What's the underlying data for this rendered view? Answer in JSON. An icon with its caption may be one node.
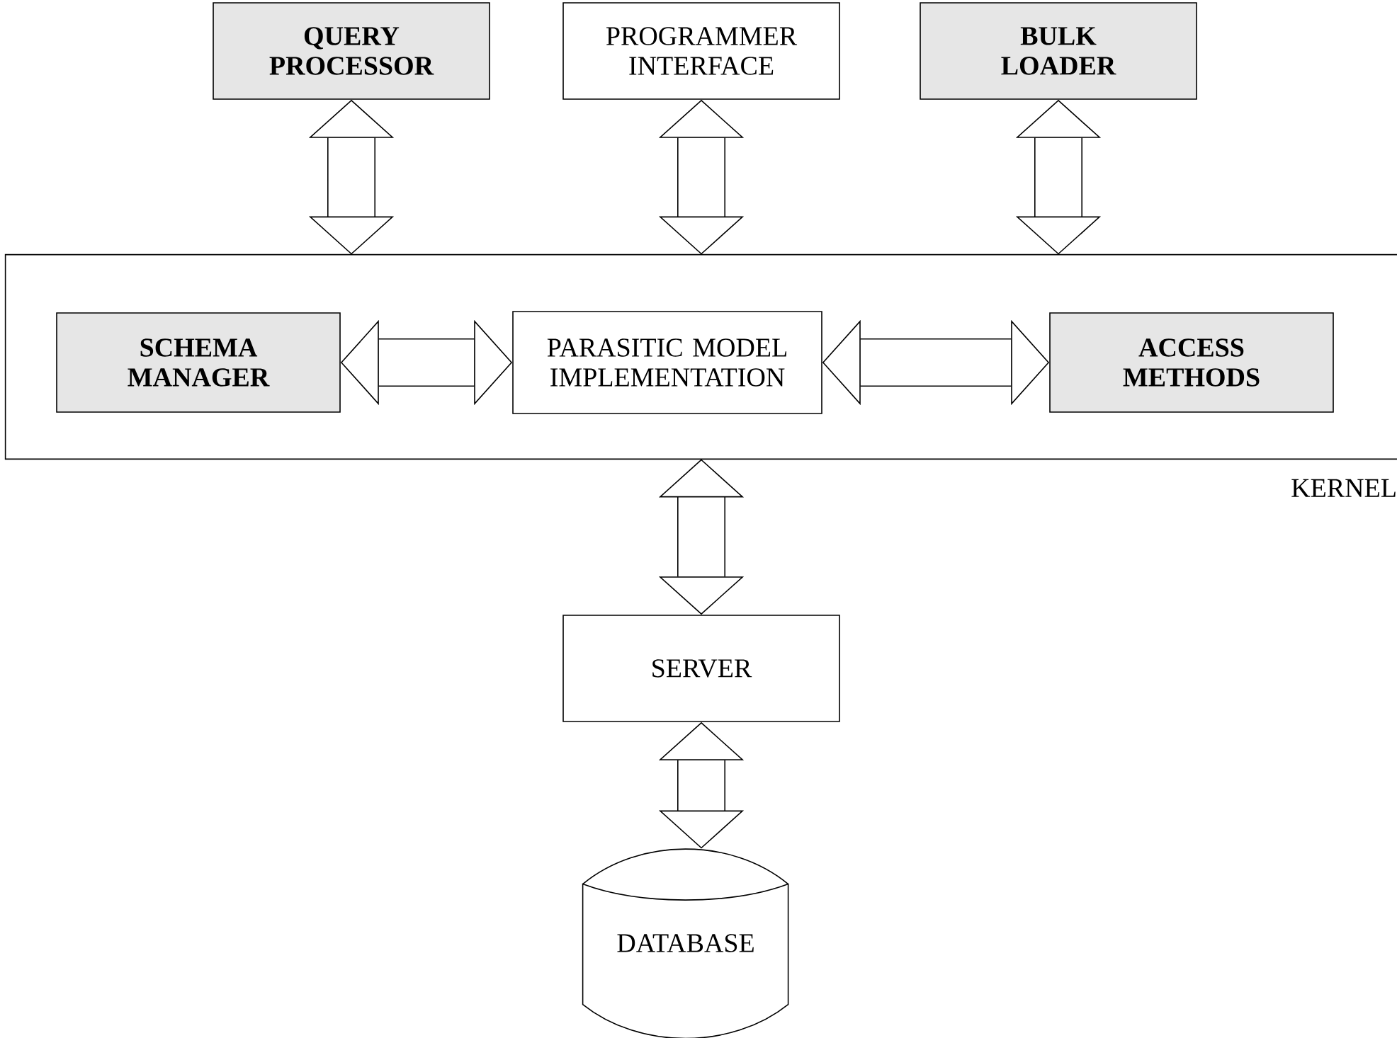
{
  "diagram": {
    "nodes": [
      {
        "text": [
          "QUERY PROCESSOR"
        ]
      },
      {
        "text": [
          "PROGRAMMER INTERFACE"
        ]
      },
      {
        "text": [
          "BULK LOADER"
        ]
      },
      {
        "text": [
          "KERNEL"
        ]
      },
      {
        "text": [
          "SCHEMA MANAGER"
        ],
        "in": 3
      },
      {
        "text": [
          "PARASITIC MODEL IMPLEMENTATION"
        ],
        "in": 3
      },
      {
        "text": [
          "ACCESS METHODS"
        ],
        "in": 3
      },
      {
        "text": [
          "SERVER"
        ]
      },
      {
        "text": [
          "DATABASE"
        ]
      }
    ],
    "edges": [
      {
        "from": 0,
        "to": 3,
        "arrow": "both"
      },
      {
        "from": 1,
        "to": 3,
        "arrow": "both"
      },
      {
        "from": 2,
        "to": 3,
        "arrow": "both"
      },
      {
        "from": 4,
        "to": 5,
        "arrow": "both"
      },
      {
        "from": 5,
        "to": 6,
        "arrow": "both"
      },
      {
        "from": 3,
        "to": 7,
        "arrow": "both"
      },
      {
        "from": 7,
        "to": 8,
        "arrow": "both"
      }
    ]
  }
}
